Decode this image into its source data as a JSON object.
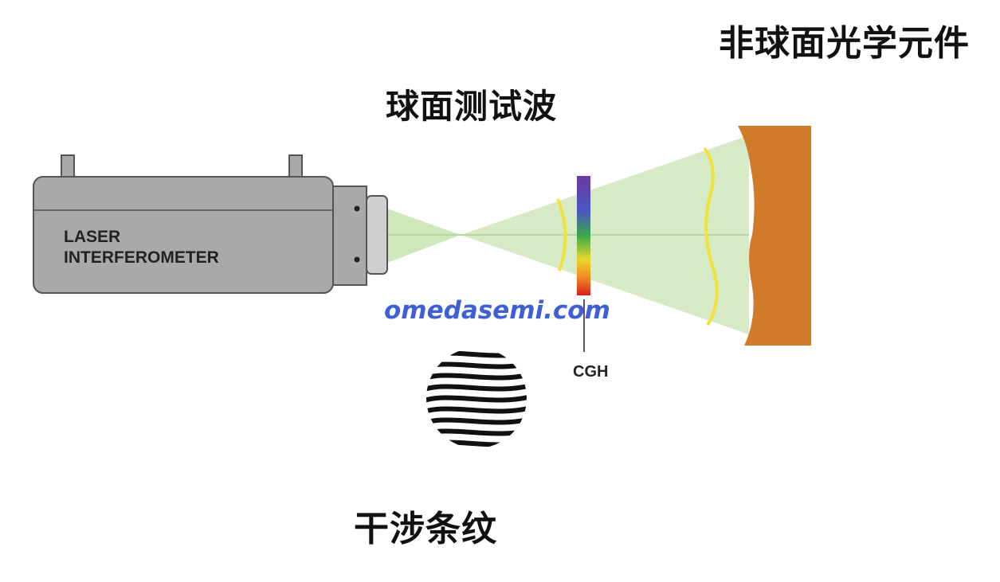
{
  "labels": {
    "aspheric_element": "非球面光学元件",
    "spherical_test_wave": "球面测试波",
    "interference_fringes": "干涉条纹",
    "cgh": "CGH",
    "watermark": "omedasemi.com"
  },
  "laser": {
    "line1": "LASER",
    "line2": "INTERFEROMETER"
  },
  "colors": {
    "beam": "#c9e6b4",
    "wavefront": "#f0e23a",
    "optic": "#d07a2a",
    "laser_body": "#a9a9a9",
    "watermark": "#3f5fd6",
    "fringe_bg": "#d4d8e8"
  }
}
